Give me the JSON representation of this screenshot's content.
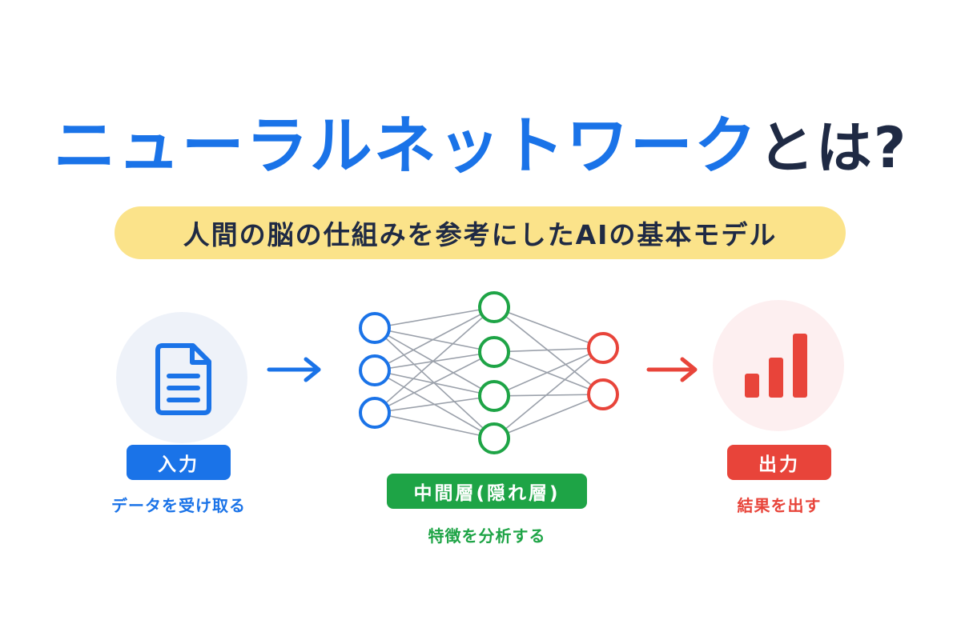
{
  "title": {
    "main": "ニューラルネットワーク",
    "tail": "とは?"
  },
  "subtitle": "人間の脳の仕組みを参考にしたAIの基本モデル",
  "input": {
    "badge": "入力",
    "caption": "データを受け取る",
    "icon": "document-icon",
    "color": "#1a73e8",
    "bg": "#eef2f9"
  },
  "hidden": {
    "badge": "中間層(隠れ層)",
    "caption": "特徴を分析する",
    "color": "#1ea446"
  },
  "output": {
    "badge": "出力",
    "caption": "結果を出す",
    "icon": "bar-chart-icon",
    "color": "#e8443a",
    "bg": "#fdeff0"
  },
  "network": {
    "input_nodes": 3,
    "hidden_nodes": 4,
    "output_nodes": 2,
    "edge_color": "#9aa0aa"
  },
  "colors": {
    "title_blue": "#1a73e8",
    "title_dark": "#1f2a44",
    "pill": "#fbe38a"
  }
}
